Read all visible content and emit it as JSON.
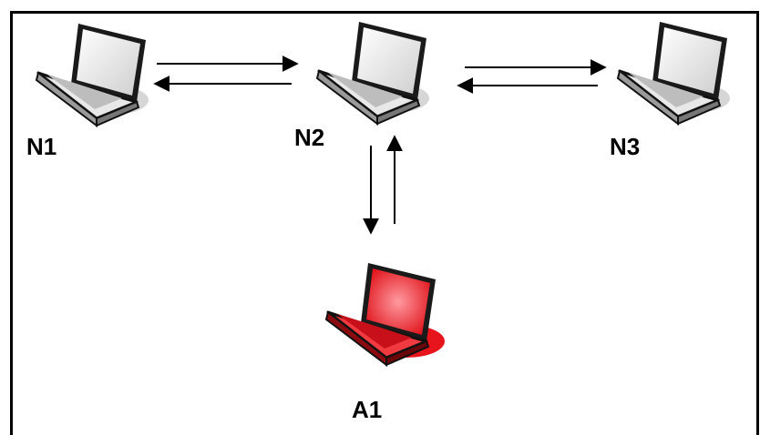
{
  "nodes": [
    {
      "id": "N1",
      "label": "N1",
      "type": "normal"
    },
    {
      "id": "N2",
      "label": "N2",
      "type": "normal"
    },
    {
      "id": "N3",
      "label": "N3",
      "type": "normal"
    },
    {
      "id": "A1",
      "label": "A1",
      "type": "attacker"
    }
  ],
  "links": [
    {
      "from": "N1",
      "to": "N2",
      "bidirectional": true
    },
    {
      "from": "N2",
      "to": "N3",
      "bidirectional": true
    },
    {
      "from": "N2",
      "to": "A1",
      "bidirectional": true
    }
  ],
  "colors": {
    "normal_node": "#d9d9d9",
    "attacker_node": "#e8141c",
    "arrow": "#000000",
    "frame": "#000000"
  }
}
